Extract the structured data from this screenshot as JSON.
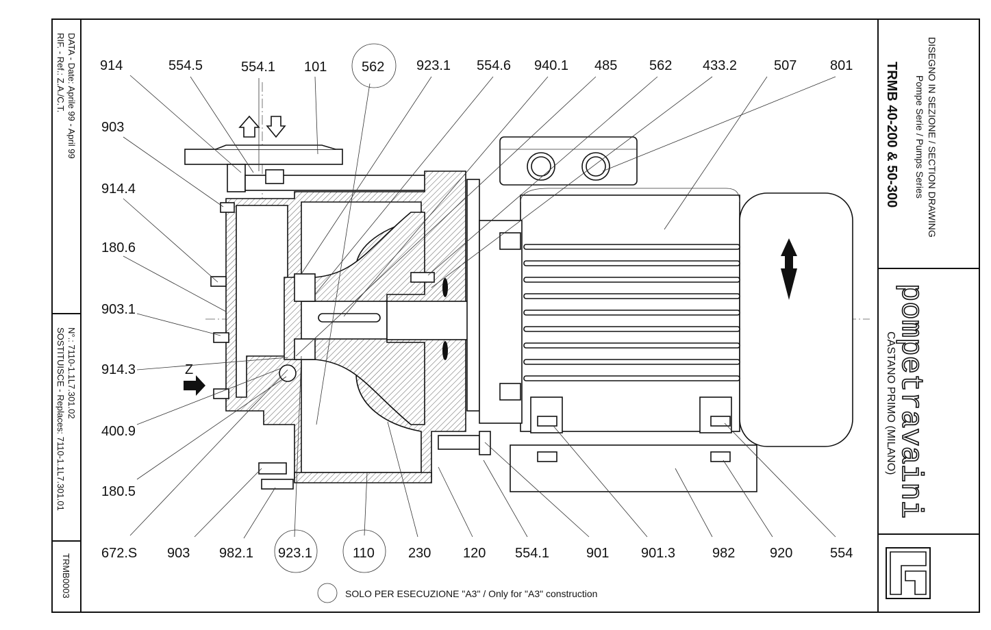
{
  "title_block": {
    "line1": "DISEGNO IN SEZIONE / SECTION DRAWING",
    "line2": "Pompe Serie / Pumps Series",
    "model": "TRMB 40-200  &  50-300",
    "brand": "pompetravaini",
    "city": "CASTANO PRIMO  (MILANO)"
  },
  "left_block": {
    "ref": "RIF. - Ref.:   Z.A./C.T.",
    "date": "DATA - Date:   Aprile 99 - April 99",
    "replaces": "SOSTITUISCE - Replaces:  7110-1.1L7.301.01",
    "number": "N°.:   7110-1.1L7.301.02",
    "code": "TRMB0003"
  },
  "labels": {
    "top": [
      "914",
      "554.5",
      "554.1",
      "101",
      "562",
      "923.1",
      "554.6",
      "940.1",
      "485",
      "562",
      "433.2",
      "507",
      "801"
    ],
    "left": [
      "903",
      "914.4",
      "180.6",
      "903.1",
      "914.3",
      "400.9",
      "180.5"
    ],
    "bottom": [
      "672.S",
      "903",
      "982.1",
      "923.1",
      "110",
      "230",
      "120",
      "554.1",
      "901",
      "901.3",
      "982",
      "920",
      "554"
    ],
    "view_letter": "Z"
  },
  "note": {
    "text": "SOLO PER ESECUZIONE \"A3\"  /  Only for \"A3\" construction"
  }
}
